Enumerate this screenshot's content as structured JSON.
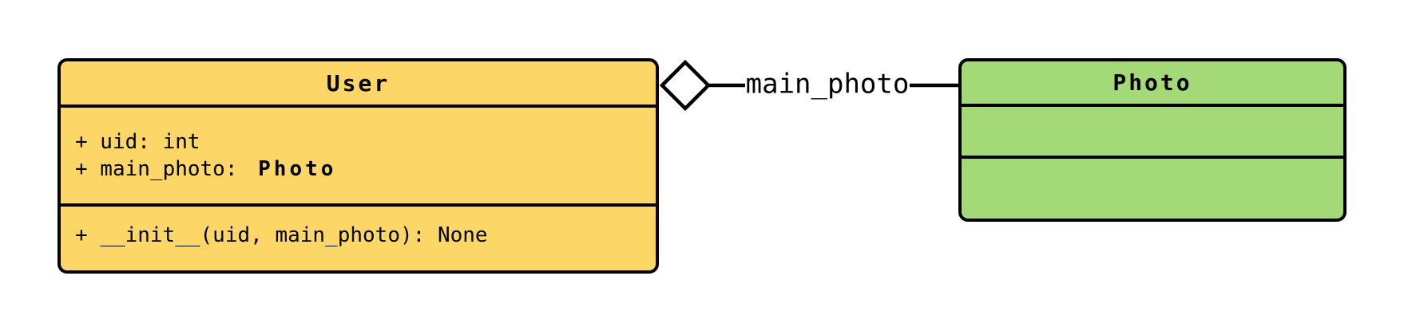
{
  "diagram": {
    "type": "uml-class-diagram",
    "background_color": "#ffffff",
    "line_color": "#000000",
    "classes": [
      {
        "name": "User",
        "fill": "#FCD767",
        "attributes": [
          {
            "text": "+ uid: int",
            "type_ref": ""
          },
          {
            "text": "+ main_photo: ",
            "type_ref": "Photo"
          }
        ],
        "methods": [
          {
            "text": "+ __init__(uid, main_photo): None"
          }
        ]
      },
      {
        "name": "Photo",
        "fill": "#A3D977",
        "attributes": [],
        "methods": []
      }
    ],
    "relationship": {
      "label": "main_photo",
      "kind": "aggregation",
      "diamond_style": "open",
      "diamond_at": "User",
      "from": "User",
      "to": "Photo"
    }
  }
}
